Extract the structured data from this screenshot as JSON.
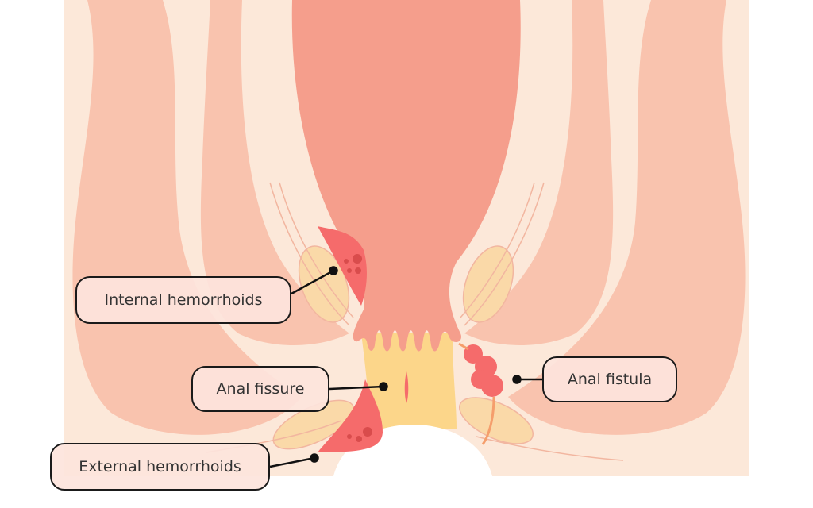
{
  "labels": {
    "internal_hemorrhoids": "Internal hemorrhoids",
    "anal_fissure": "Anal fissure",
    "external_hemorrhoids": "External hemorrhoids",
    "anal_fistula": "Anal fistula"
  },
  "colors": {
    "background": "#fce8d9",
    "outer_tissue": "#f9c3ae",
    "rectum": "#f59e8c",
    "anal_canal": "#fcd68a",
    "hemorrhoid": "#f56b6b",
    "hemorrhoid_dot": "#d94c4c",
    "fat": "#fad9a8"
  }
}
